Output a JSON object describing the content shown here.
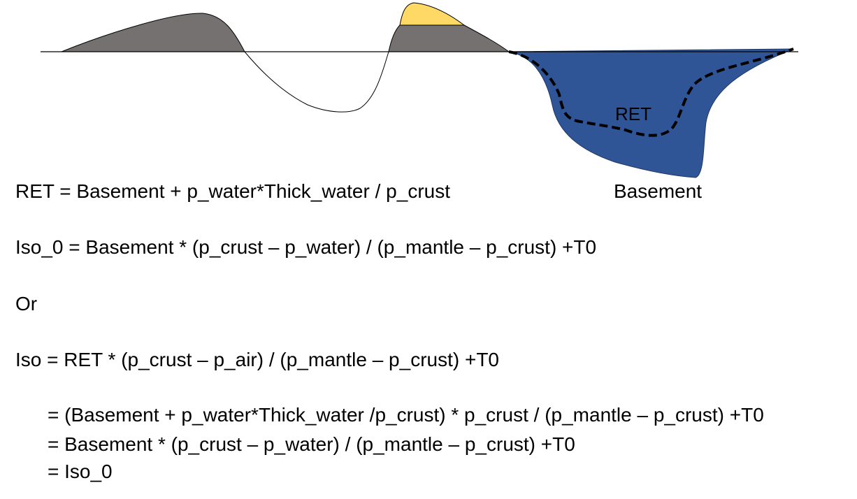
{
  "diagram": {
    "labels": {
      "ret": "RET",
      "basement": "Basement"
    },
    "colors": {
      "crust_fill": "#767171",
      "sediment_fill": "#FFD966",
      "water_fill": "#2F5597",
      "outline": "#000000",
      "background": "#FFFFFF"
    }
  },
  "equations": {
    "ret": "RET = Basement + p_water*Thick_water / p_crust",
    "iso0": "Iso_0 = Basement * (p_crust – p_water) / (p_mantle – p_crust) +T0",
    "or": "Or",
    "iso": "Iso = RET * (p_crust – p_air) / (p_mantle – p_crust) +T0",
    "step1": "= (Basement + p_water*Thick_water /p_crust) * p_crust / (p_mantle – p_crust) +T0",
    "step2": "= Basement * (p_crust – p_water) / (p_mantle – p_crust) +T0",
    "step3": "= Iso_0"
  }
}
